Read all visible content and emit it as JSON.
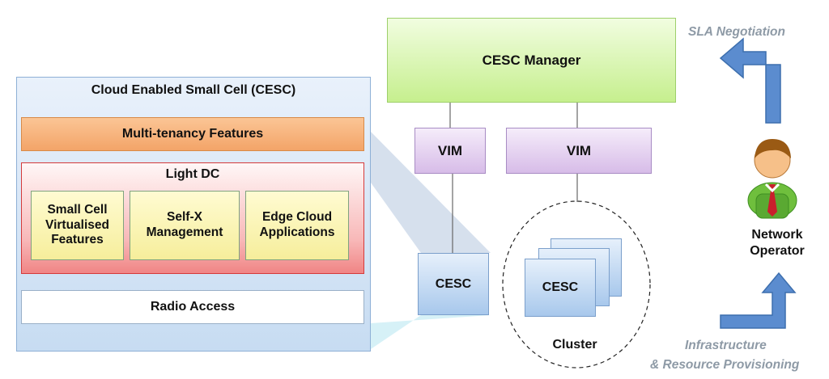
{
  "cesc_panel": {
    "title": "Cloud Enabled Small Cell (CESC)",
    "multi_tenancy": "Multi-tenancy Features",
    "light_dc": {
      "title": "Light DC",
      "boxes": [
        {
          "line1": "Small Cell",
          "line2": "Virtualised",
          "line3": "Features"
        },
        {
          "line1": "Self-X",
          "line2": "Management"
        },
        {
          "line1": "Edge Cloud",
          "line2": "Applications"
        }
      ]
    },
    "radio_access": "Radio Access"
  },
  "manager": "CESC Manager",
  "vims": [
    "VIM",
    "VIM"
  ],
  "cesc_single": "CESC",
  "cluster": {
    "box_label": "CESC",
    "label": "Cluster"
  },
  "operator": {
    "line1": "Network",
    "line2": "Operator"
  },
  "sla": "SLA Negotiation",
  "provisioning": {
    "line1": "Infrastructure",
    "line2": "& Resource Provisioning"
  }
}
